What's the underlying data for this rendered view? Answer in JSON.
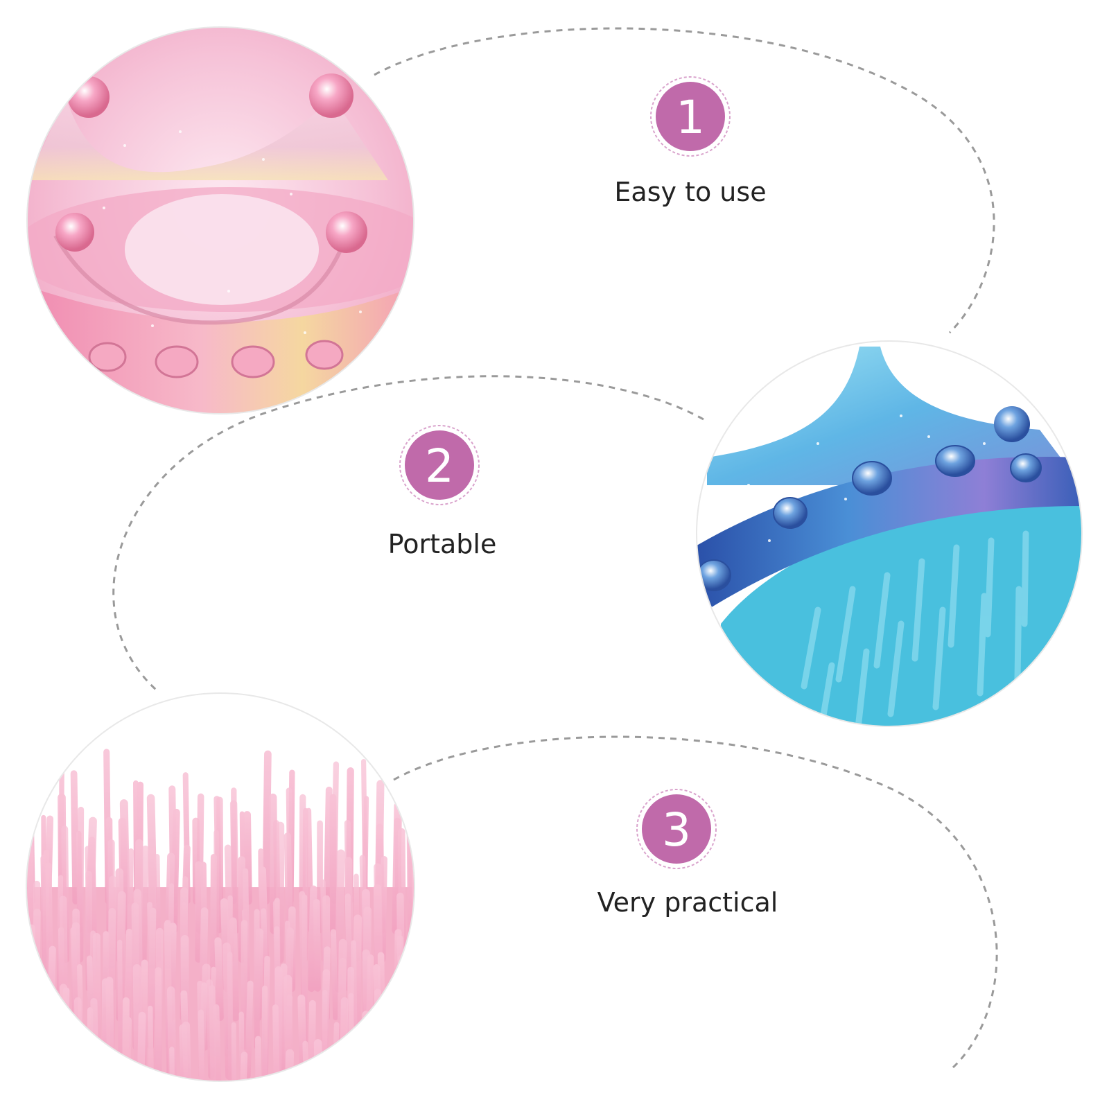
{
  "features": [
    {
      "number": "1",
      "label": "Easy to use",
      "photo": "pink-crown-brush-top",
      "photo_color": "pink"
    },
    {
      "number": "2",
      "label": "Portable",
      "photo": "blue-crown-brush-bristles",
      "photo_color": "blue"
    },
    {
      "number": "3",
      "label": "Very practical",
      "photo": "pink-brush-bristles",
      "photo_color": "pink"
    }
  ],
  "colors": {
    "badge_fill": "#c06aaa",
    "badge_ring": "#d9a3cc",
    "dashed_line": "#9a9a9a",
    "label_text": "#222222",
    "pink_light": "#f7c6d8",
    "pink_deep": "#ec8fb4",
    "blue_light": "#7fd7ee",
    "blue_deep": "#2f6fb8",
    "teal_bristle": "#3fb9d8",
    "bristle_pink": "#f3a7c4"
  }
}
